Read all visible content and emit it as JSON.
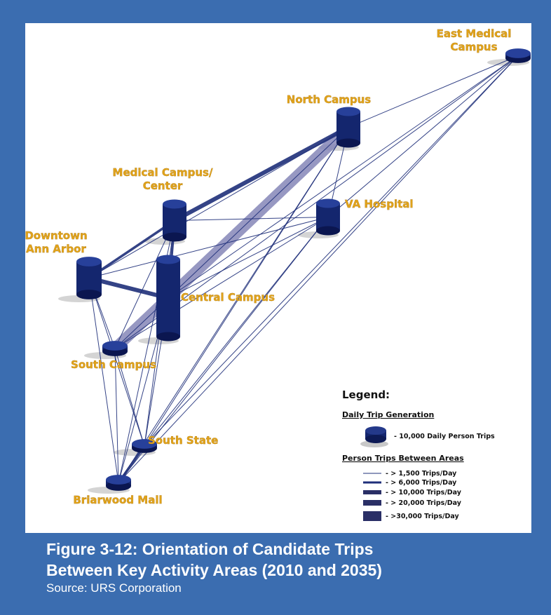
{
  "figure": {
    "caption_line1": "Figure 3-12: Orientation of Candidate Trips",
    "caption_line2": "Between Key Activity Areas (2010 and 2035)",
    "source": "Source: URS Corporation"
  },
  "colors": {
    "frame": "#3b6db0",
    "node": "#14266e",
    "line": "#1f2f7a",
    "label": "#e0a21a",
    "highlight": "#8587b8"
  },
  "nodes": [
    {
      "id": "east_medical",
      "label_lines": [
        "East Medical",
        "Campus"
      ]
    },
    {
      "id": "north_campus",
      "label_lines": [
        "North Campus"
      ]
    },
    {
      "id": "medical_campus",
      "label_lines": [
        "Medical Campus/",
        "Center"
      ]
    },
    {
      "id": "va_hospital",
      "label_lines": [
        "VA Hospital"
      ]
    },
    {
      "id": "downtown",
      "label_lines": [
        "Downtown",
        "Ann Arbor"
      ]
    },
    {
      "id": "central_campus",
      "label_lines": [
        "Central Campus"
      ]
    },
    {
      "id": "south_campus",
      "label_lines": [
        "South Campus"
      ]
    },
    {
      "id": "south_state",
      "label_lines": [
        "South State"
      ]
    },
    {
      "id": "briarwood",
      "label_lines": [
        "Briarwood Mall"
      ]
    }
  ],
  "edges": [
    {
      "from": "central_campus",
      "to": "north_campus",
      "class": ">30,000 Trips/Day"
    },
    {
      "from": "south_campus",
      "to": "central_campus",
      "class": ">30,000 Trips/Day"
    },
    {
      "from": "downtown",
      "to": "central_campus",
      "class": "> 10,000 Trips/Day"
    },
    {
      "from": "medical_campus",
      "to": "north_campus",
      "class": "> 10,000 Trips/Day"
    },
    {
      "from": "downtown",
      "to": "medical_campus",
      "class": "> 6,000 Trips/Day"
    },
    {
      "from": "medical_campus",
      "to": "central_campus",
      "class": "> 6,000 Trips/Day"
    },
    {
      "from": "south_state",
      "to": "briarwood",
      "class": "> 6,000 Trips/Day"
    },
    {
      "from": "downtown",
      "to": "north_campus",
      "class": "> 1,500 Trips/Day"
    },
    {
      "from": "central_campus",
      "to": "va_hospital",
      "class": "> 1,500 Trips/Day"
    },
    {
      "from": "medical_campus",
      "to": "va_hospital",
      "class": "> 1,500 Trips/Day"
    },
    {
      "from": "north_campus",
      "to": "east_medical",
      "class": "> 1,500 Trips/Day"
    },
    {
      "from": "va_hospital",
      "to": "east_medical",
      "class": "> 1,500 Trips/Day"
    },
    {
      "from": "north_campus",
      "to": "va_hospital",
      "class": "> 1,500 Trips/Day"
    },
    {
      "from": "central_campus",
      "to": "east_medical",
      "class": "> 1,500 Trips/Day"
    },
    {
      "from": "south_campus",
      "to": "east_medical",
      "class": "> 1,500 Trips/Day"
    },
    {
      "from": "south_state",
      "to": "east_medical",
      "class": "> 1,500 Trips/Day"
    },
    {
      "from": "briarwood",
      "to": "east_medical",
      "class": "> 1,500 Trips/Day"
    },
    {
      "from": "south_state",
      "to": "north_campus",
      "class": "> 1,500 Trips/Day"
    },
    {
      "from": "south_state",
      "to": "va_hospital",
      "class": "> 1,500 Trips/Day"
    },
    {
      "from": "briarwood",
      "to": "north_campus",
      "class": "> 1,500 Trips/Day"
    },
    {
      "from": "briarwood",
      "to": "va_hospital",
      "class": "> 1,500 Trips/Day"
    },
    {
      "from": "south_campus",
      "to": "va_hospital",
      "class": "> 1,500 Trips/Day"
    },
    {
      "from": "south_campus",
      "to": "north_campus",
      "class": "> 1,500 Trips/Day"
    },
    {
      "from": "downtown",
      "to": "va_hospital",
      "class": "> 1,500 Trips/Day"
    },
    {
      "from": "downtown",
      "to": "south_campus",
      "class": "> 1,500 Trips/Day"
    },
    {
      "from": "downtown",
      "to": "south_state",
      "class": "> 1,500 Trips/Day"
    },
    {
      "from": "downtown",
      "to": "briarwood",
      "class": "> 1,500 Trips/Day"
    },
    {
      "from": "medical_campus",
      "to": "south_campus",
      "class": "> 1,500 Trips/Day"
    },
    {
      "from": "medical_campus",
      "to": "south_state",
      "class": "> 1,500 Trips/Day"
    },
    {
      "from": "medical_campus",
      "to": "briarwood",
      "class": "> 1,500 Trips/Day"
    },
    {
      "from": "central_campus",
      "to": "south_state",
      "class": "> 1,500 Trips/Day"
    },
    {
      "from": "central_campus",
      "to": "briarwood",
      "class": "> 1,500 Trips/Day"
    },
    {
      "from": "south_campus",
      "to": "south_state",
      "class": "> 1,500 Trips/Day"
    },
    {
      "from": "south_campus",
      "to": "briarwood",
      "class": "> 1,500 Trips/Day"
    }
  ],
  "legend": {
    "title": "Legend:",
    "trip_generation_heading": "Daily Trip Generation",
    "trip_generation_item": "- 10,000 Daily Person Trips",
    "between_heading": "Person Trips Between Areas",
    "items": [
      "- > 1,500 Trips/Day",
      "- > 6,000 Trips/Day",
      "- > 10,000 Trips/Day",
      "- > 20,000 Trips/Day",
      "- >30,000 Trips/Day"
    ]
  }
}
